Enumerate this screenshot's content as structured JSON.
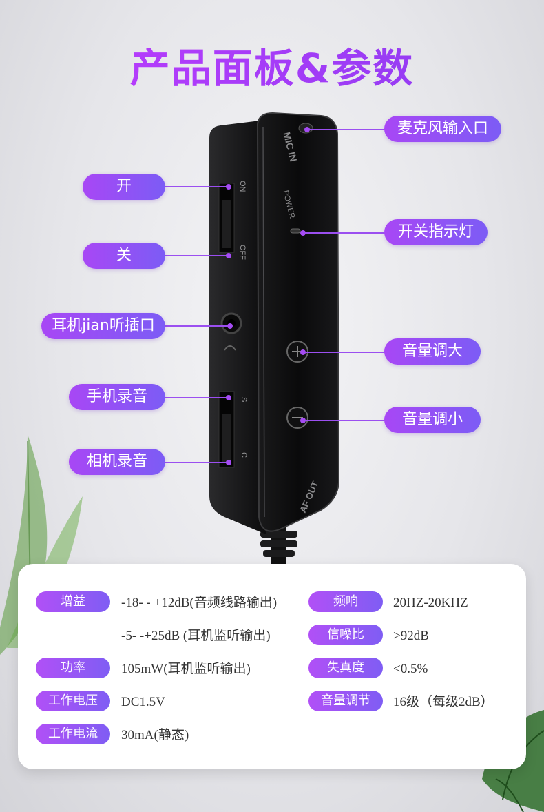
{
  "title": "产品面板&参数",
  "device": {
    "mic_in": "MIC IN",
    "power": "POWER",
    "on": "ON",
    "off": "OFF",
    "s": "S",
    "c": "C",
    "af_out": "AF OUT"
  },
  "labels": {
    "mic_input": "麦克风输入口",
    "on": "开",
    "off": "关",
    "power_led": "开关指示灯",
    "headphone_jack": "耳机jian听插口",
    "volume_up": "音量调大",
    "phone_record": "手机录音",
    "volume_down": "音量调小",
    "camera_record": "相机录音"
  },
  "specs": {
    "left": [
      {
        "label": "增益",
        "values": [
          "-18- - +12dB(音频线路输出)",
          "-5- -+25dB (耳机监听输出)"
        ]
      },
      {
        "label": "功率",
        "values": [
          "105mW(耳机监听输出)"
        ]
      },
      {
        "label": "工作电压",
        "values": [
          "DC1.5V"
        ]
      },
      {
        "label": "工作电流",
        "values": [
          "30mA(静态)"
        ]
      }
    ],
    "right": [
      {
        "label": "频响",
        "value": "20HZ-20KHZ"
      },
      {
        "label": "信噪比",
        "value": ">92dB"
      },
      {
        "label": "失真度",
        "value": "<0.5%"
      },
      {
        "label": "音量调节",
        "value": "16级（每级2dB）"
      }
    ]
  },
  "colors": {
    "accent": "#a847f5",
    "accent2": "#7c5cf5",
    "device": "#111111"
  }
}
